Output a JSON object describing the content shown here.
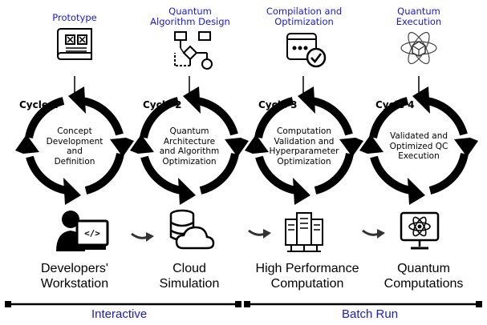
{
  "stages": [
    {
      "title": "Prototype",
      "icon": "blueprint-icon",
      "cycle_label": "Cycle 1",
      "cycle_text": "Concept\nDevelopment\nand\nDefinition",
      "bottom_icon": "developer-workstation-icon",
      "bottom_label": "Developers'\nWorkstation"
    },
    {
      "title": "Quantum\nAlgorithm Design",
      "icon": "flowchart-icon",
      "cycle_label": "Cycle 2",
      "cycle_text": "Quantum\nArchitecture\nand Algorithm\nOptimization",
      "bottom_icon": "cloud-database-icon",
      "bottom_label": "Cloud\nSimulation"
    },
    {
      "title": "Compilation and\nOptimization",
      "icon": "window-check-icon",
      "cycle_label": "Cycle 3",
      "cycle_text": "Computation\nValidation and\nHyperparameter\nOptimization",
      "bottom_icon": "server-rack-icon",
      "bottom_label": "High Performance\nComputation"
    },
    {
      "title": "Quantum\nExecution",
      "icon": "quantum-atom-icon",
      "cycle_label": "Cycle 4",
      "cycle_text": "Validated and\nOptimized QC\nExecution",
      "bottom_icon": "quantum-monitor-icon",
      "bottom_label": "Quantum\nComputations"
    }
  ],
  "phases": {
    "interactive": "Interactive",
    "batch": "Batch Run"
  },
  "colors": {
    "title": "#1a1acc",
    "phase": "#1a1acc",
    "arrow": "#000000",
    "small_arrow": "#333333"
  }
}
